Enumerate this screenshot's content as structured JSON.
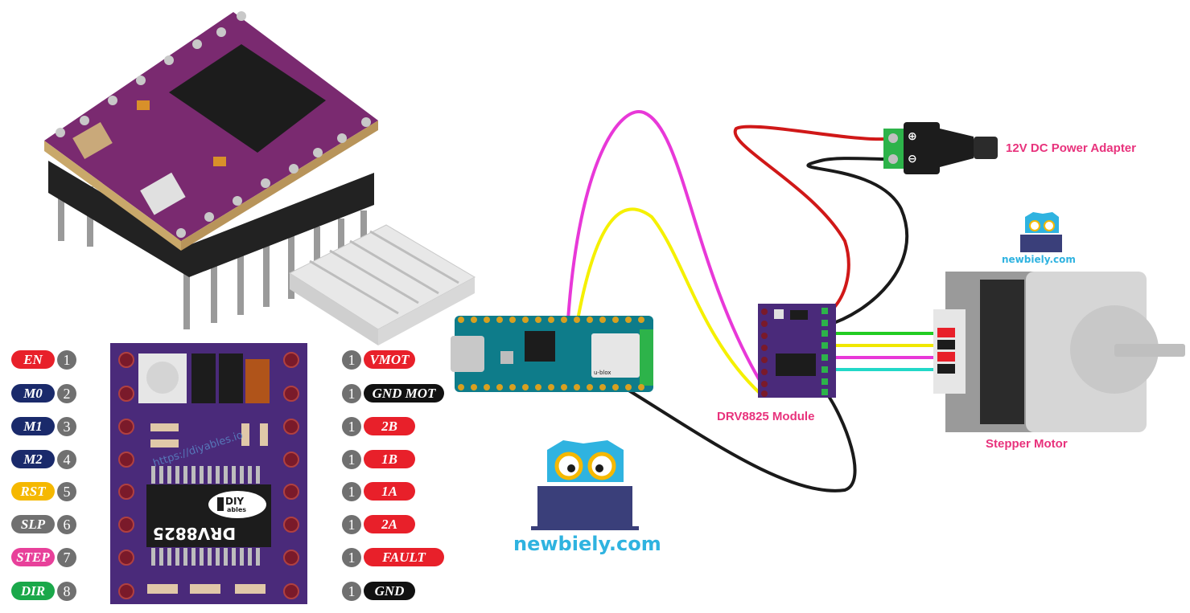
{
  "labels": {
    "power_adapter": "12V DC Power Adapter",
    "drv_module": "DRV8825 Module",
    "stepper_motor": "Stepper Motor",
    "brand_main": "newbiely.com",
    "brand_small": "newbiely.com",
    "chip_name": "DRV8825",
    "diy_logo": "DIY",
    "diy_sub": "ables",
    "watermark_url": "https://diyables.io",
    "board_vendor": "u-blox"
  },
  "left_pins": [
    {
      "name": "EN",
      "num": "1",
      "color": "#e8202a"
    },
    {
      "name": "M0",
      "num": "2",
      "color": "#1a2a6b"
    },
    {
      "name": "M1",
      "num": "3",
      "color": "#1a2a6b"
    },
    {
      "name": "M2",
      "num": "4",
      "color": "#1a2a6b"
    },
    {
      "name": "RST",
      "num": "5",
      "color": "#f5b800"
    },
    {
      "name": "SLP",
      "num": "6",
      "color": "#707070"
    },
    {
      "name": "STEP",
      "num": "7",
      "color": "#e8409a"
    },
    {
      "name": "DIR",
      "num": "8",
      "color": "#1aa84a"
    }
  ],
  "right_pins": [
    {
      "name": "VMOT",
      "num": "1",
      "color": "#e8202a"
    },
    {
      "name": "GND MOT",
      "num": "1",
      "color": "#111111"
    },
    {
      "name": "2B",
      "num": "1",
      "color": "#e8202a"
    },
    {
      "name": "1B",
      "num": "1",
      "color": "#e8202a"
    },
    {
      "name": "1A",
      "num": "1",
      "color": "#e8202a"
    },
    {
      "name": "2A",
      "num": "1",
      "color": "#e8202a"
    },
    {
      "name": "FAULT",
      "num": "1",
      "color": "#e8202a"
    },
    {
      "name": "GND",
      "num": "1",
      "color": "#111111"
    }
  ],
  "adapter_terminals": {
    "plus": "⊕",
    "minus": "⊖"
  },
  "wire_colors": {
    "step": "#e838d8",
    "dir": "#f5f000",
    "vmot": "#d01818",
    "gnd": "#1a1a1a",
    "coil_green": "#22cc22",
    "coil_yellow": "#f0e800",
    "coil_magenta": "#e838d8",
    "coil_cyan": "#22d8c8"
  }
}
